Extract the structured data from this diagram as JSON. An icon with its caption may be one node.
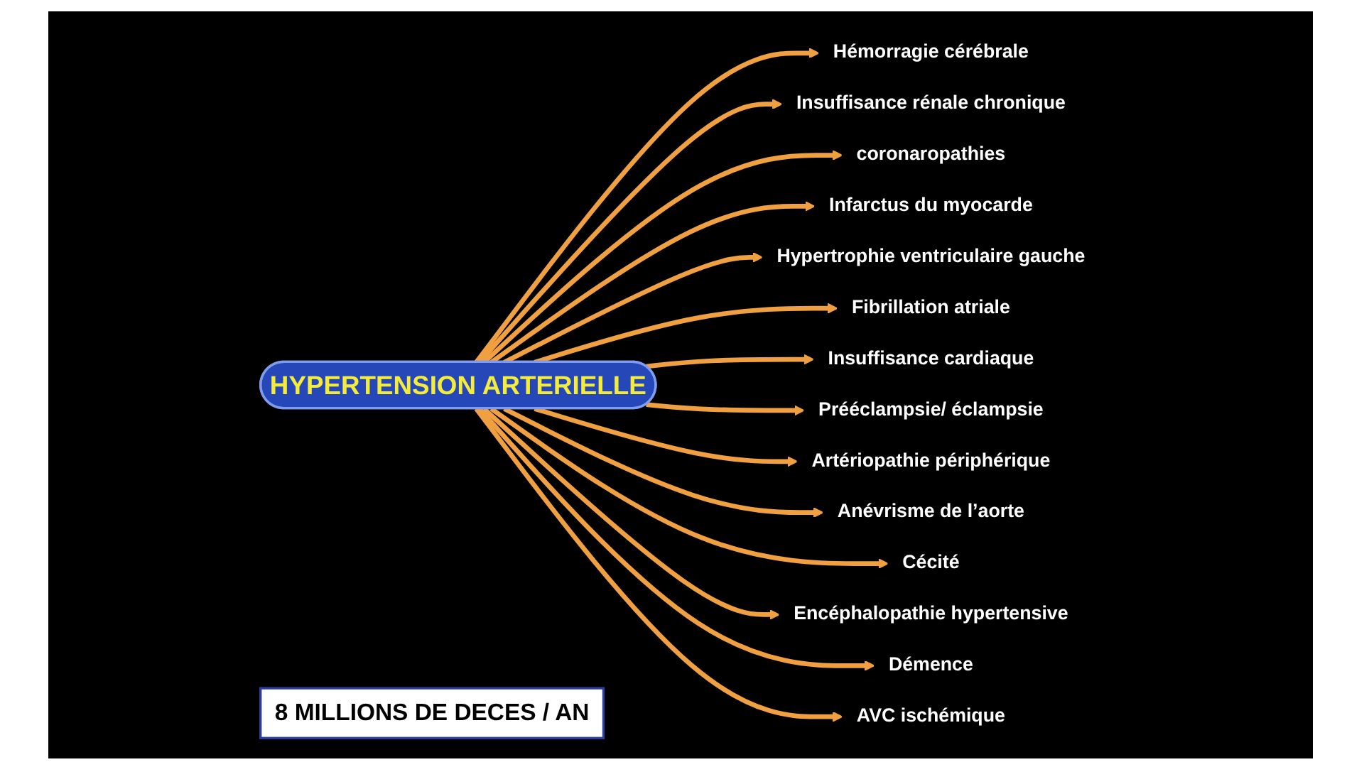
{
  "diagram": {
    "nodes": [
      {
        "text": [
          "HYPERTENSION ARTERIELLE"
        ]
      },
      {
        "text": [
          "Hémorragie cérébrale"
        ]
      },
      {
        "text": [
          "Insuffisance rénale chronique"
        ]
      },
      {
        "text": [
          "coronaropathies"
        ]
      },
      {
        "text": [
          "Infarctus du myocarde"
        ]
      },
      {
        "text": [
          "AVC ischémique"
        ]
      },
      {
        "text": [
          "Hypertrophie ventriculaire gauche"
        ]
      },
      {
        "text": [
          "Démence"
        ]
      },
      {
        "text": [
          "Fibrillation atriale"
        ]
      },
      {
        "text": [
          "Encéphalopathie hypertensive"
        ]
      },
      {
        "text": [
          "Insuffisance cardiaque"
        ]
      },
      {
        "text": [
          "Cécité"
        ]
      },
      {
        "text": [
          "Prééclampsie/ éclampsie"
        ]
      },
      {
        "text": [
          "Anévrisme de l’aorte"
        ]
      },
      {
        "text": [
          "Artériopathie périphérique"
        ]
      },
      {
        "text": [
          "8 MILLIONS DE DECES / AN"
        ]
      }
    ],
    "edges": [
      {
        "from": 0,
        "to": 1,
        "arrow": "to"
      },
      {
        "from": 0,
        "to": 2,
        "arrow": "to"
      },
      {
        "from": 0,
        "to": 3,
        "arrow": "to"
      },
      {
        "from": 0,
        "to": 4,
        "arrow": "to"
      },
      {
        "from": 0,
        "to": 6,
        "arrow": "to"
      },
      {
        "from": 0,
        "to": 8,
        "arrow": "to"
      },
      {
        "from": 0,
        "to": 10,
        "arrow": "to"
      },
      {
        "from": 0,
        "to": 12,
        "arrow": "to"
      },
      {
        "from": 0,
        "to": 14,
        "arrow": "to"
      },
      {
        "from": 0,
        "to": 13,
        "arrow": "to"
      },
      {
        "from": 0,
        "to": 11,
        "arrow": "to"
      },
      {
        "from": 0,
        "to": 9,
        "arrow": "to"
      },
      {
        "from": 0,
        "to": 7,
        "arrow": "to"
      },
      {
        "from": 0,
        "to": 5,
        "arrow": "to"
      }
    ]
  }
}
